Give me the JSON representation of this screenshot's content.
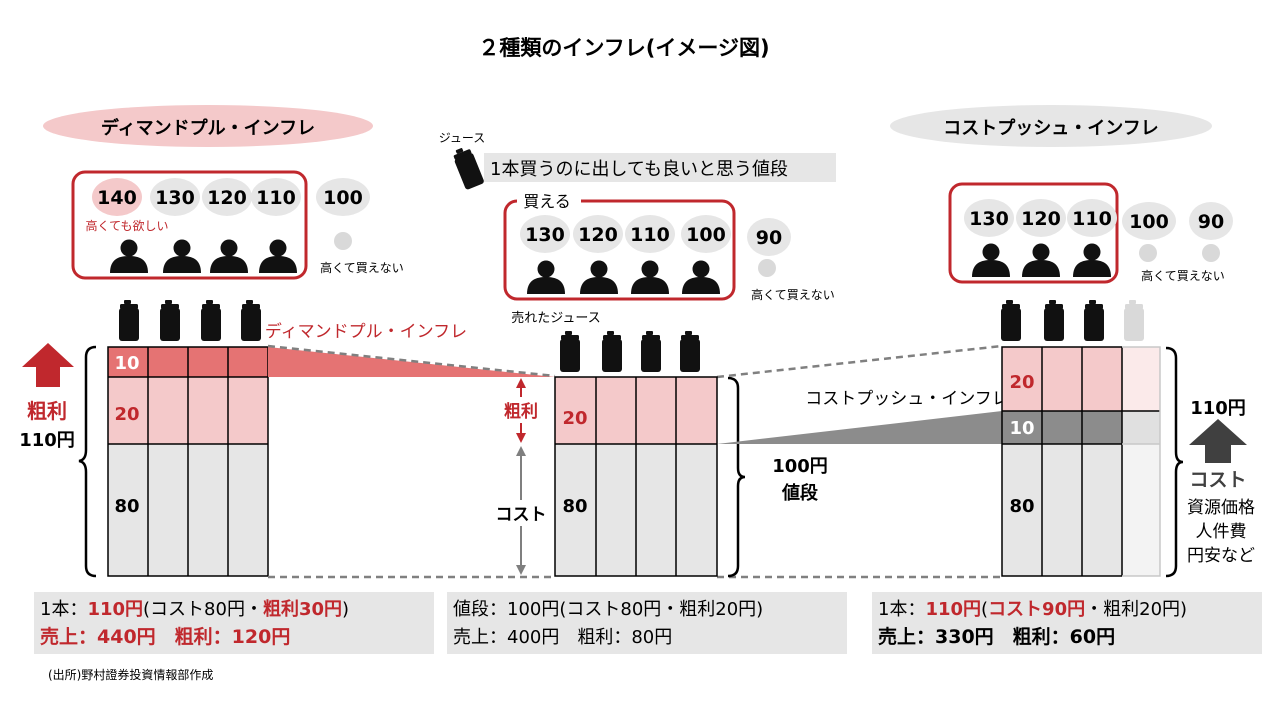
{
  "title": "２種類のインフレ(イメージ図)",
  "colors": {
    "red": "#c0282d",
    "red_light": "#f4c9ca",
    "red_mid": "#e57373",
    "gray_box": "#e6e6e6",
    "gray_dark": "#7f7f7f",
    "can": "#111111"
  },
  "legend": {
    "juice_label": "ジュース",
    "text": "1本買うのに出しても良いと思う値段"
  },
  "left": {
    "pill": "ディマンドプル・インフレ",
    "bubbles": [
      "140",
      "130",
      "120",
      "110",
      "100"
    ],
    "want_note": "高くても欲しい",
    "cannot_note": "高くて買えない",
    "block_top": "10",
    "block_mid": "20",
    "block_cost": "80",
    "arrow_label": "粗利",
    "price": "110円",
    "summary_line1_a": "1本：",
    "summary_line1_b": "110円",
    "summary_line1_c": "(コスト80円・",
    "summary_line1_d": "粗利30円",
    "summary_line1_e": ")",
    "summary_line2": "売上：440円　粗利：120円"
  },
  "middle": {
    "buyable_label": "買える",
    "bubbles": [
      "130",
      "120",
      "110",
      "100",
      "90"
    ],
    "cannot_note": "高くて買えない",
    "sold_label": "売れたジュース",
    "block_mid": "20",
    "block_cost": "80",
    "profit_label": "粗利",
    "cost_label": "コスト",
    "price_value": "100円",
    "price_label": "値段",
    "summary_line1": "値段：100円(コスト80円・粗利20円)",
    "summary_line2": "売上：400円　粗利：80円"
  },
  "right": {
    "pill": "コストプッシュ・インフレ",
    "bubbles": [
      "130",
      "120",
      "110",
      "100",
      "90"
    ],
    "cannot_note": "高くて買えない",
    "block_top": "20",
    "block_mid": "10",
    "block_cost": "80",
    "price": "110円",
    "arrow_label": "コスト",
    "causes": [
      "資源価格",
      "人件費",
      "円安など"
    ],
    "summary_line1_a": "1本：",
    "summary_line1_b": "110円",
    "summary_line1_c": "(",
    "summary_line1_d": "コスト90円",
    "summary_line1_e": "・粗利20円)",
    "summary_line2": "売上：330円　粗利：60円"
  },
  "annotations": {
    "demand_pull": "ディマンドプル・インフレ",
    "cost_push": "コストプッシュ・インフレ"
  },
  "source": "(出所)野村證券投資情報部作成"
}
